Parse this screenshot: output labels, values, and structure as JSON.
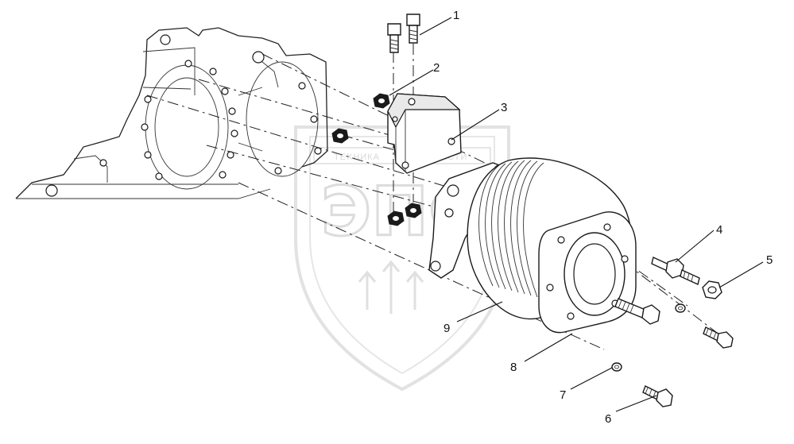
{
  "watermark": {
    "line1": "ТЕХНИКА",
    "line2": "ЗАПЧАСТИ",
    "big": "ЭПФ"
  },
  "callouts": [
    {
      "id": "callout-1",
      "label": "1"
    },
    {
      "id": "callout-2",
      "label": "2"
    },
    {
      "id": "callout-3",
      "label": "3"
    },
    {
      "id": "callout-4",
      "label": "4"
    },
    {
      "id": "callout-5",
      "label": "5"
    },
    {
      "id": "callout-6",
      "label": "6"
    },
    {
      "id": "callout-7",
      "label": "7"
    },
    {
      "id": "callout-8",
      "label": "8"
    },
    {
      "id": "callout-9",
      "label": "9"
    }
  ]
}
